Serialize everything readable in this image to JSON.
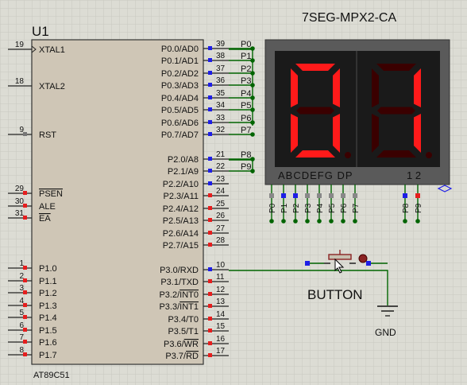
{
  "chip": {
    "ref": "U1",
    "part": "AT89C51",
    "left_pins": [
      {
        "num": "19",
        "name": "XTAL1"
      },
      {
        "num": "18",
        "name": "XTAL2"
      },
      {
        "num": "9",
        "name": "RST"
      },
      {
        "num": "29",
        "name": "PSEN"
      },
      {
        "num": "30",
        "name": "ALE"
      },
      {
        "num": "31",
        "name": "EA"
      },
      {
        "num": "1",
        "name": "P1.0"
      },
      {
        "num": "2",
        "name": "P1.1"
      },
      {
        "num": "3",
        "name": "P1.2"
      },
      {
        "num": "4",
        "name": "P1.3"
      },
      {
        "num": "5",
        "name": "P1.4"
      },
      {
        "num": "6",
        "name": "P1.5"
      },
      {
        "num": "7",
        "name": "P1.6"
      },
      {
        "num": "8",
        "name": "P1.7"
      }
    ],
    "right_pins": [
      {
        "num": "39",
        "name": "P0.0/AD0"
      },
      {
        "num": "38",
        "name": "P0.1/AD1"
      },
      {
        "num": "37",
        "name": "P0.2/AD2"
      },
      {
        "num": "36",
        "name": "P0.3/AD3"
      },
      {
        "num": "35",
        "name": "P0.4/AD4"
      },
      {
        "num": "34",
        "name": "P0.5/AD5"
      },
      {
        "num": "33",
        "name": "P0.6/AD6"
      },
      {
        "num": "32",
        "name": "P0.7/AD7"
      },
      {
        "num": "21",
        "name": "P2.0/A8"
      },
      {
        "num": "22",
        "name": "P2.1/A9"
      },
      {
        "num": "23",
        "name": "P2.2/A10"
      },
      {
        "num": "24",
        "name": "P2.3/A11"
      },
      {
        "num": "25",
        "name": "P2.4/A12"
      },
      {
        "num": "26",
        "name": "P2.5/A13"
      },
      {
        "num": "27",
        "name": "P2.6/A14"
      },
      {
        "num": "28",
        "name": "P2.7/A15"
      },
      {
        "num": "10",
        "name": "P3.0/RXD"
      },
      {
        "num": "11",
        "name": "P3.1/TXD"
      },
      {
        "num": "12",
        "name": "P3.2/INT0"
      },
      {
        "num": "13",
        "name": "P3.3/INT1"
      },
      {
        "num": "14",
        "name": "P3.4/T0"
      },
      {
        "num": "15",
        "name": "P3.5/T1"
      },
      {
        "num": "16",
        "name": "P3.6/WR"
      },
      {
        "num": "17",
        "name": "P3.7/RD"
      }
    ]
  },
  "net_labels": [
    "P0",
    "P1",
    "P2",
    "P3",
    "P4",
    "P5",
    "P6",
    "P7",
    "P8",
    "P9"
  ],
  "display": {
    "title": "7SEG-MPX2-CA",
    "segment_label": "ABCDEFG DP",
    "digit_label": "1 2",
    "digits": [
      "0",
      "1"
    ],
    "pin_labels": [
      "P0",
      "P1",
      "P2",
      "P3",
      "P4",
      "P5",
      "P6",
      "P7",
      "P8",
      "P9"
    ],
    "segment_color": "#ff1a1a",
    "off_color": "#3a0000"
  },
  "button": {
    "label": "BUTTON"
  },
  "ground": {
    "label": "GND"
  },
  "colors": {
    "wire": "#006400",
    "pin_in": "#1e1ee6",
    "pin_out": "#e61e1e",
    "chip_fill": "#cfc6b6",
    "display_frame": "#5a5a5a",
    "display_fill": "#1a1a1a"
  }
}
